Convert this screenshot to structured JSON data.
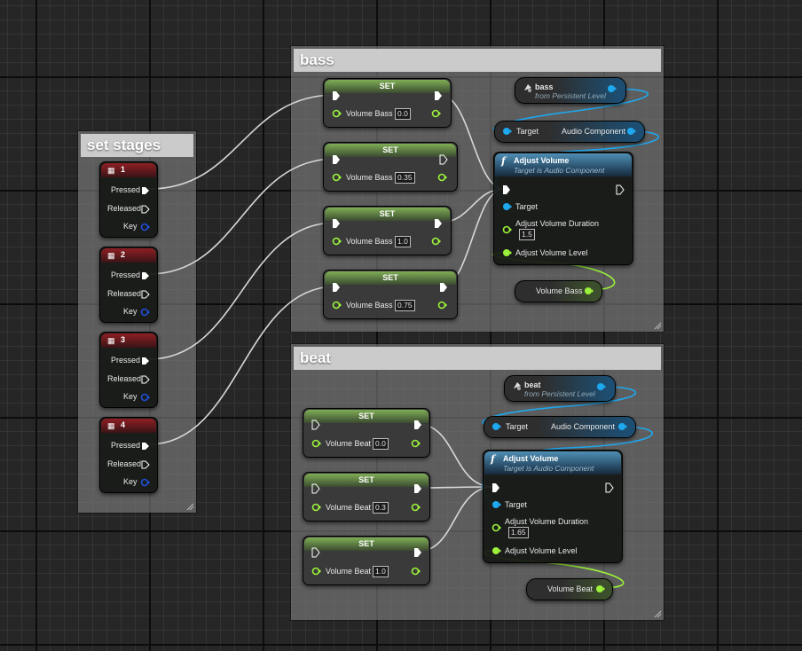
{
  "comments": {
    "set_stages": "set stages",
    "bass": "bass",
    "beat": "beat"
  },
  "key_events": [
    {
      "key": "1",
      "pressed": "Pressed",
      "released": "Released",
      "key_label": "Key",
      "icon": "keyboard-icon"
    },
    {
      "key": "2",
      "pressed": "Pressed",
      "released": "Released",
      "key_label": "Key",
      "icon": "keyboard-icon"
    },
    {
      "key": "3",
      "pressed": "Pressed",
      "released": "Released",
      "key_label": "Key",
      "icon": "keyboard-icon"
    },
    {
      "key": "4",
      "pressed": "Pressed",
      "released": "Released",
      "key_label": "Key",
      "icon": "keyboard-icon"
    }
  ],
  "bass": {
    "sets": [
      {
        "title": "SET",
        "var": "Volume Bass",
        "value": "0.0"
      },
      {
        "title": "SET",
        "var": "Volume Bass",
        "value": "0.35"
      },
      {
        "title": "SET",
        "var": "Volume Bass",
        "value": "1.0"
      },
      {
        "title": "SET",
        "var": "Volume Bass",
        "value": "0.75"
      }
    ],
    "ref": {
      "name": "bass",
      "sub": "from Persistent Level"
    },
    "getter": {
      "target": "Target",
      "output": "Audio Component"
    },
    "func": {
      "title": "Adjust Volume",
      "sub": "Target is Audio Component",
      "target": "Target",
      "duration_label": "Adjust Volume Duration",
      "duration": "1.5",
      "level_label": "Adjust Volume Level"
    },
    "var_get": "Volume Bass"
  },
  "beat": {
    "sets": [
      {
        "title": "SET",
        "var": "Volume Beat",
        "value": "0.0"
      },
      {
        "title": "SET",
        "var": "Volume Beat",
        "value": "0.3"
      },
      {
        "title": "SET",
        "var": "Volume Beat",
        "value": "1.0"
      }
    ],
    "ref": {
      "name": "beat",
      "sub": "from Persistent Level"
    },
    "getter": {
      "target": "Target",
      "output": "Audio Component"
    },
    "func": {
      "title": "Adjust Volume",
      "sub": "Target is Audio Component",
      "target": "Target",
      "duration_label": "Adjust Volume Duration",
      "duration": "1.65",
      "level_label": "Adjust Volume Level"
    },
    "var_get": "Volume Beat"
  },
  "colors": {
    "exec": "#ffffff",
    "object_pin": "#1ea8f0",
    "float_pin": "#9cf23a",
    "struct_pin": "#1f4fd6",
    "event_header": "#8e1f24",
    "set_header": "#7fae55",
    "function_header": "#4e8fb5"
  }
}
